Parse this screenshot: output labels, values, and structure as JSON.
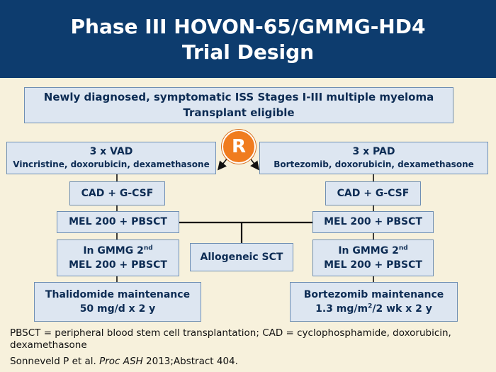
{
  "title": {
    "line1": "Phase III HOVON-65/GMMG-HD4",
    "line2": "Trial Design"
  },
  "eligibility": {
    "line1": "Newly diagnosed, symptomatic ISS Stages I-III multiple myeloma",
    "line2": "Transplant eligible"
  },
  "randomization_label": "R",
  "left_arm": {
    "induction_title": "3 x VAD",
    "induction_drugs": "Vincristine, doxorubicin, dexamethasone",
    "mobilization": "CAD + G-CSF",
    "transplant": "MEL 200 + PBSCT",
    "second_line1": "In GMMG 2",
    "second_sup": "nd",
    "second_line2": "MEL 200 + PBSCT",
    "maintenance_line1": "Thalidomide maintenance",
    "maintenance_line2": "50 mg/d x 2 y"
  },
  "right_arm": {
    "induction_title": "3 x PAD",
    "induction_drugs": "Bortezomib, doxorubicin, dexamethasone",
    "mobilization": "CAD + G-CSF",
    "transplant": "MEL 200 + PBSCT",
    "second_line1": "In GMMG 2",
    "second_sup": "nd",
    "second_line2": "MEL 200 + PBSCT",
    "maintenance_pre": "Bortezomib maintenance",
    "maintenance_line2a": "1.3 mg/m",
    "maintenance_sup": "2",
    "maintenance_line2b": "/2 wk x 2 y"
  },
  "allogeneic": "Allogeneic SCT",
  "footnote": {
    "abbrev": "PBSCT = peripheral blood stem cell transplantation; CAD = cyclophosphamide, doxorubicin, dexamethasone",
    "citation_pre": "Sonneveld P et al. ",
    "citation_journal": "Proc ASH",
    "citation_post": " 2013;Abstract 404."
  }
}
